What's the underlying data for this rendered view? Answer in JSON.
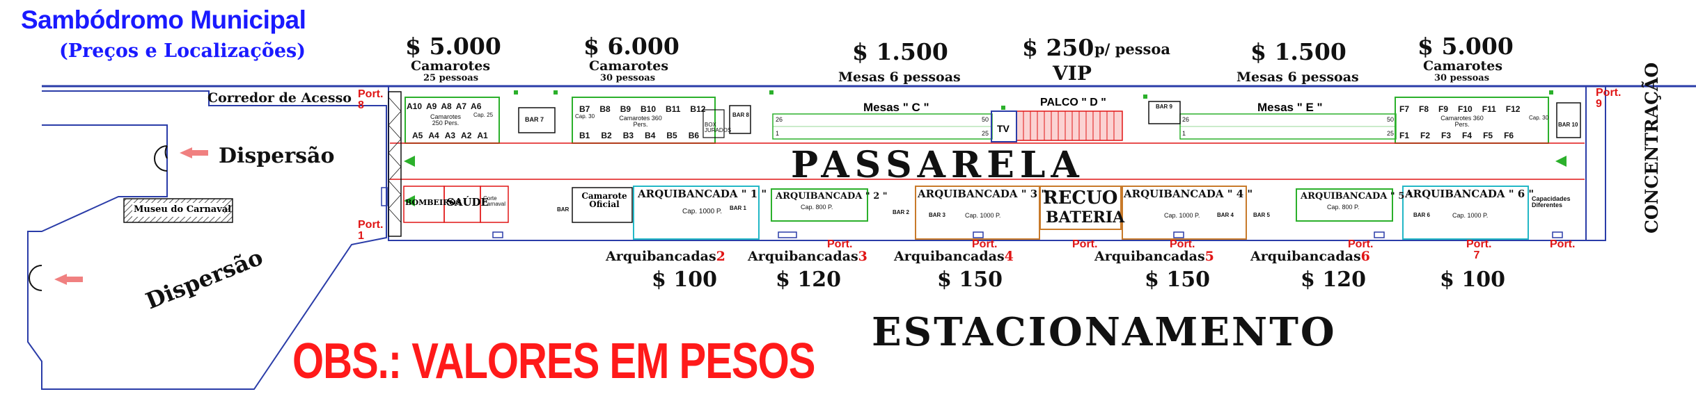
{
  "header": {
    "title": "Sambódromo Municipal",
    "subtitle": "(Preços e Localizações)"
  },
  "top_prices": [
    {
      "price": "$ 5.000",
      "line1": "Camarotes",
      "line2": "25 pessoas"
    },
    {
      "price": "$ 6.000",
      "line1": "Camarotes",
      "line2": "30 pessoas"
    },
    {
      "price": "$ 1.500",
      "line1": "Mesas 6 pessoas",
      "line2": ""
    },
    {
      "price": "$ 250",
      "price_suffix": "p/ pessoa",
      "line1": "VIP",
      "line2": ""
    },
    {
      "price": "$ 1.500",
      "line1": "Mesas 6 pessoas",
      "line2": ""
    },
    {
      "price": "$ 5.000",
      "line1": "Camarotes",
      "line2": "30 pessoas"
    }
  ],
  "labels": {
    "corredor": "Corredor de Acesso",
    "dispersao_1": "Dispersão",
    "dispersao_2": "Dispersão",
    "museu": "Museu do Carnaval",
    "passarela": "PASSARELA",
    "recuo": "RECUO",
    "bateria": "BATERIA",
    "concentracao": "CONCENTRAÇÃO",
    "estacionamento": "ESTACIONAMENTO",
    "obs": "OBS.: VALORES EM PESOS",
    "mesas_c": "Mesas \" C \"",
    "mesas_e": "Mesas \" E \"",
    "palco_d": "PALCO \" D \"",
    "tv": "TV",
    "bombeiros": "BOMBEIROS",
    "saude": "SAÚDE",
    "corte": "Corte Carnaval",
    "camarote_oficial": "Camarote Oficial",
    "box_jurados": "BOX JURADOS",
    "capacidades": "Capacidades Diferentes"
  },
  "camarote_blocks": {
    "left_top": [
      "A10",
      "A9",
      "A8",
      "A7",
      "A6"
    ],
    "left_bottom": [
      "A5",
      "A4",
      "A3",
      "A2",
      "A1"
    ],
    "left_top_ext": "Cap. 25",
    "left_center": "Camarotes 250 Pers.",
    "mid_top": [
      "B7",
      "B8",
      "B9",
      "B10",
      "B11",
      "B12"
    ],
    "mid_bottom": [
      "B1",
      "B2",
      "B3",
      "B4",
      "B5",
      "B6"
    ],
    "mid_center": "Camarotes 360 Pers.",
    "mid_top_ext": "Cap. 30",
    "right_top": [
      "F7",
      "F8",
      "F9",
      "F10",
      "F11",
      "F12"
    ],
    "right_bottom": [
      "F1",
      "F2",
      "F3",
      "F4",
      "F5",
      "F6"
    ],
    "right_center": "Camarotes 360 Pers.",
    "right_top_ext": "Cap. 30"
  },
  "bars": [
    "BAR 7",
    "BAR 8",
    "BAR 9",
    "BAR 10",
    "BAR 1",
    "BAR",
    "BAR 2",
    "BAR 3",
    "BAR 4",
    "BAR 5",
    "BAR 6"
  ],
  "mesas_numbers": {
    "c_left_top": "26",
    "c_left_bottom": "1",
    "c_right_top": "50",
    "c_right_bottom": "25",
    "e_left_top": "26",
    "e_left_bottom": "1",
    "e_right_top": "50",
    "e_right_bottom": "25"
  },
  "stands": [
    {
      "name": "ARQUIBANCADA \" 1 \"",
      "cap": "Cap. 1000 P."
    },
    {
      "name": "ARQUIBANCADA \" 2 \"",
      "cap": "Cap. 800 P."
    },
    {
      "name": "ARQUIBANCADA \" 3 \"",
      "cap": "Cap. 1000 P."
    },
    {
      "name": "ARQUIBANCADA \" 4 \"",
      "cap": "Cap. 1000 P."
    },
    {
      "name": "ARQUIBANCADA \" 5 \"",
      "cap": "Cap. 800 P."
    },
    {
      "name": "ARQUIBANCADA \" 6 \"",
      "cap": "Cap. 1000 P."
    }
  ],
  "stand_prices": [
    {
      "label": "Arquibancadas",
      "num": "2",
      "price": "$ 100"
    },
    {
      "label": "Arquibancadas",
      "num": "3",
      "price": "$ 120"
    },
    {
      "label": "Arquibancadas",
      "num": "4",
      "price": "$ 150"
    },
    {
      "label": "Arquibancadas",
      "num": "5",
      "price": "$ 150"
    },
    {
      "label": "Arquibancadas",
      "num": "6",
      "price": "$ 120"
    },
    {
      "label": "",
      "num": "",
      "price": "$ 100"
    }
  ],
  "ports": {
    "p8": "Port. 8",
    "p1": "Port. 1",
    "p9": "Port. 9",
    "p2": "Port.",
    "p3": "Port.",
    "p4": "Port.",
    "p5": "Port.",
    "p6": "Port.",
    "p7": "Port. 7",
    "p7b": "Port."
  },
  "colors": {
    "title_blue": "#1a1aff",
    "road_blue": "#2a3ca8",
    "port_red": "#e01515",
    "mesa_green": "#2bb02b",
    "stand_cyan": "#22b7c6",
    "stand_orange": "#c87a2a",
    "obs_red": "#ff1a1a"
  }
}
